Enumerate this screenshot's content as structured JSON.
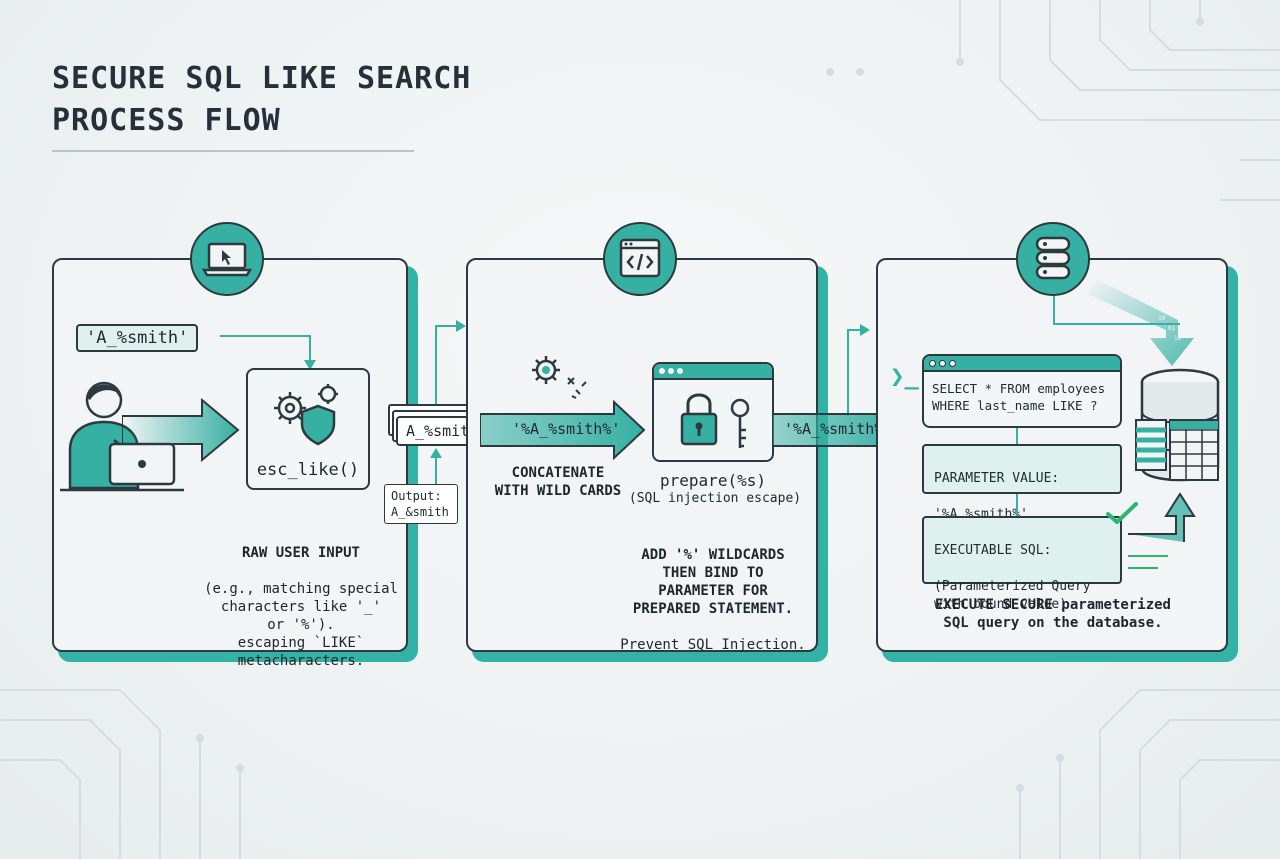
{
  "title": "SECURE SQL LIKE SEARCH\nPROCESS FLOW",
  "colors": {
    "accent": "#36b0a3",
    "outline": "#2c3a40",
    "tint": "#dff1ee",
    "check": "#2bb673"
  },
  "panel1": {
    "icon": "laptop-cursor-icon",
    "input_tag": "'A_%smith'",
    "function_label": "esc_like()",
    "caption_title": "RAW USER INPUT",
    "caption_body": "(e.g., matching special\ncharacters like '_'\nor '%').\nescaping `LIKE`\nmetacharacters."
  },
  "link1": {
    "stacked_value": "A_%smith",
    "output_note": "Output:\nA_&smith"
  },
  "panel2": {
    "icon": "code-window-icon",
    "arrow_value": "'%A_%smith%'",
    "concat_label": "CONCATENATE\nWITH WILD CARDS",
    "prepare_label": "prepare(%s)",
    "prepare_note": "(SQL injection escape)",
    "caption_title": "ADD '%' WILDCARDS\nTHEN BIND TO\nPARAMETER FOR\nPREPARED STATEMENT.",
    "caption_body": "Prevent SQL Injection."
  },
  "link2": {
    "arrow_value": "'%A_%smith%'"
  },
  "panel3": {
    "icon": "database-icon",
    "prompt_symbol": "❯_",
    "query": "SELECT * FROM employees\nWHERE last_name LIKE ?",
    "param_title": "PARAMETER VALUE:",
    "param_value": "'%A_%smith%'",
    "exec_title": "EXECUTABLE SQL:",
    "exec_body": "(Parameterized Query\nwith bound value)",
    "caption": "EXECUTE SECURE parameterized\nSQL query on the database."
  }
}
